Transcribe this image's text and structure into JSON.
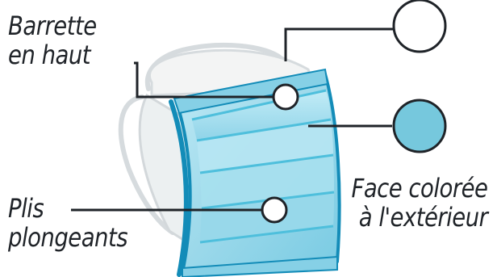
{
  "labels": {
    "top_bar": [
      "Barrette",
      "en haut"
    ],
    "pleats": [
      "Plis",
      "plongeants"
    ],
    "colored_side": [
      "Face colorée",
      "à l'extérieur"
    ]
  },
  "colors": {
    "mask_blue": "#9fdaeb",
    "mask_blue_dark": "#4ebfdc",
    "mask_blue_edge": "#138cb8",
    "white_marker": "#ffffff",
    "blue_marker": "#76c8dd",
    "line": "#1f2328",
    "strap": "#d8dde0"
  }
}
